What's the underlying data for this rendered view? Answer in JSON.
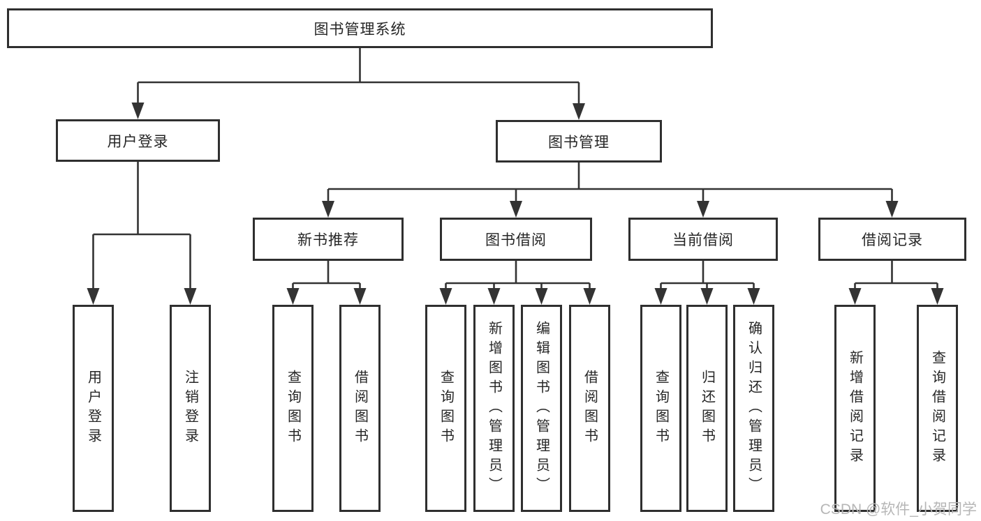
{
  "diagram_type": "hierarchy-tree",
  "colors": {
    "line": "#333333",
    "box_border": "#2f2f2f",
    "text": "#262626",
    "background": "#ffffff",
    "watermark": "#b6b6b6"
  },
  "tree": {
    "label": "图书管理系统",
    "children": [
      {
        "label": "用户登录",
        "children": [
          {
            "label": "用户登录"
          },
          {
            "label": "注销登录"
          }
        ]
      },
      {
        "label": "图书管理",
        "children": [
          {
            "label": "新书推荐",
            "children": [
              {
                "label": "查询图书"
              },
              {
                "label": "借阅图书"
              }
            ]
          },
          {
            "label": "图书借阅",
            "children": [
              {
                "label": "查询图书"
              },
              {
                "label": "新增图书（管理员）"
              },
              {
                "label": "编辑图书（管理员）"
              },
              {
                "label": "借阅图书"
              }
            ]
          },
          {
            "label": "当前借阅",
            "children": [
              {
                "label": "查询图书"
              },
              {
                "label": "归还图书"
              },
              {
                "label": "确认归还（管理员）"
              }
            ]
          },
          {
            "label": "借阅记录",
            "children": [
              {
                "label": "新增借阅记录"
              },
              {
                "label": "查询借阅记录"
              }
            ]
          }
        ]
      }
    ]
  },
  "watermark": "CSDN @软件_小贺同学"
}
